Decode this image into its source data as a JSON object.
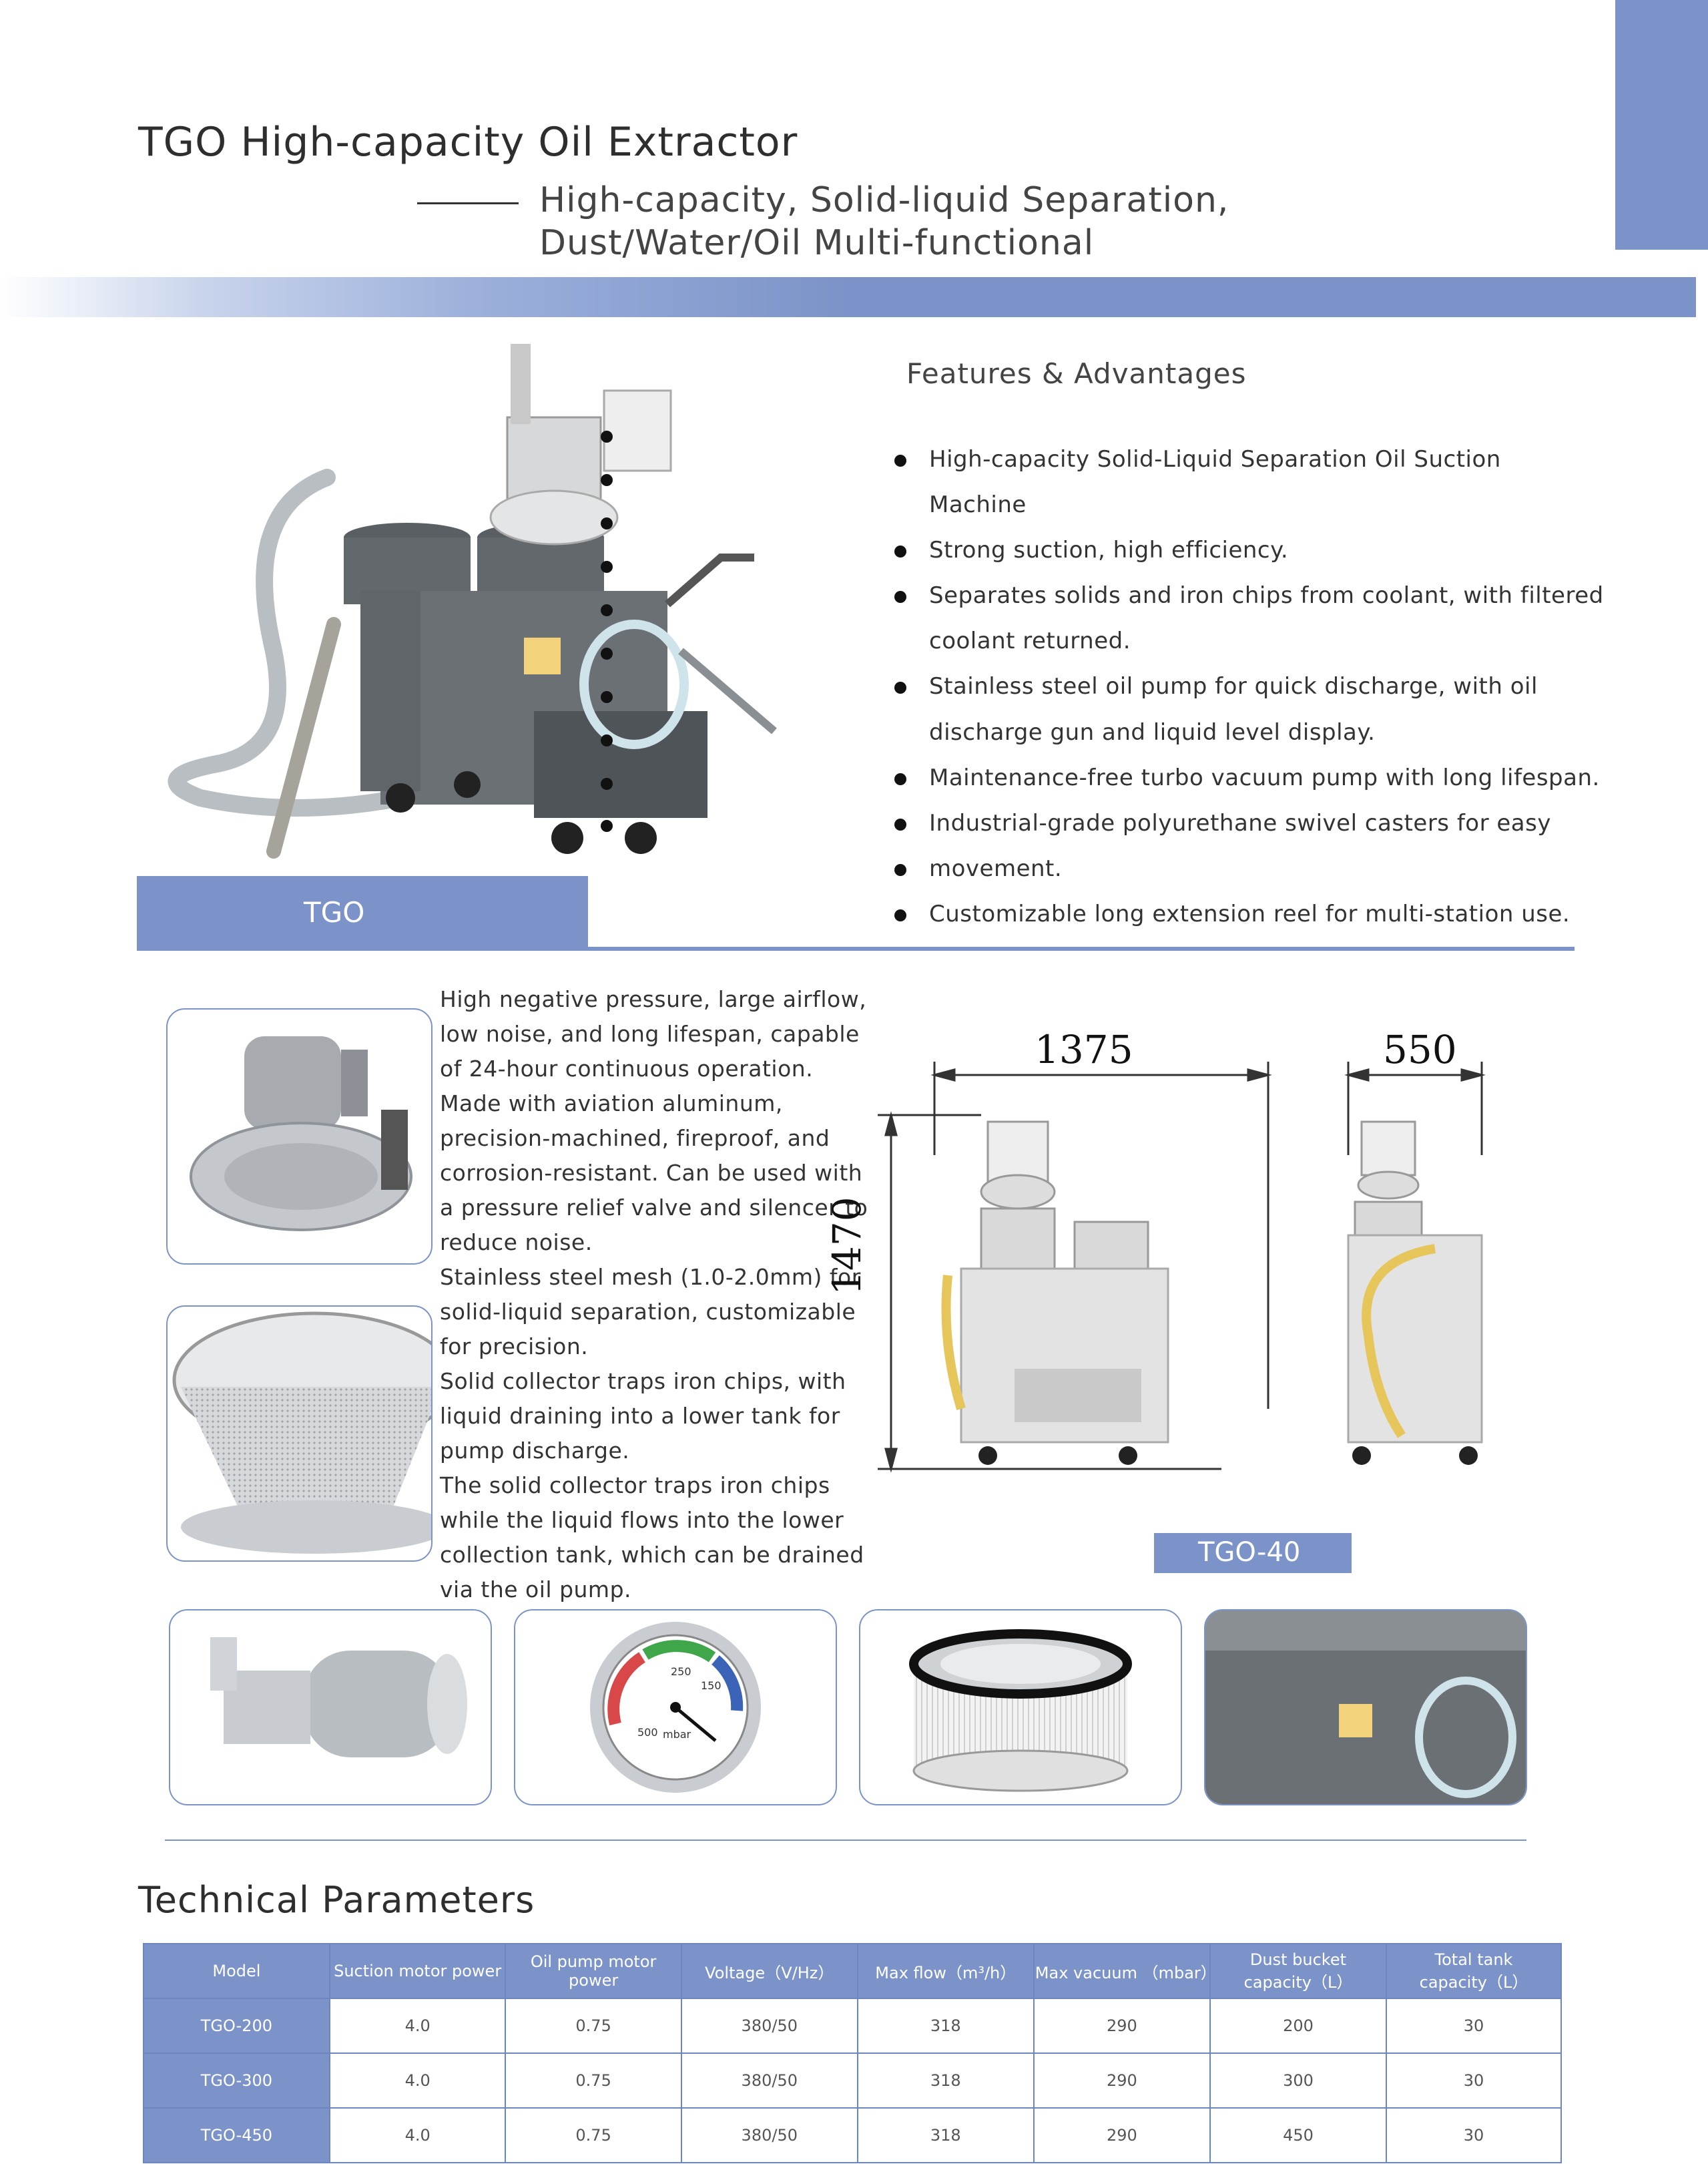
{
  "header": {
    "title": "TGO High-capacity Oil Extractor",
    "subtitle_line1": "High-capacity, Solid-liquid Separation,",
    "subtitle_line2": "Dust/Water/Oil Multi-functional"
  },
  "product": {
    "label": "TGO"
  },
  "features": {
    "title": "Features & Advantages",
    "lines": [
      "High-capacity Solid-Liquid Separation Oil Suction",
      "Machine",
      "Strong suction, high efficiency.",
      "Separates solids and iron chips from coolant, with filtered",
      "coolant returned.",
      "Stainless steel oil pump for quick discharge, with oil",
      "discharge gun and liquid level display.",
      "Maintenance-free turbo vacuum pump with long lifespan.",
      "Industrial-grade polyurethane swivel casters for easy",
      "movement.",
      "Customizable long extension reel for multi-station use."
    ]
  },
  "description": {
    "lines": [
      "High negative pressure, large airflow,",
      "low noise, and long lifespan, capable",
      "of 24-hour continuous operation.",
      "Made with aviation aluminum,",
      "precision-machined, fireproof, and",
      "corrosion-resistant. Can be used with",
      "a pressure relief valve and silencer to",
      "reduce noise.",
      "Stainless steel mesh (1.0-2.0mm) for",
      "solid-liquid separation, customizable",
      "for precision.",
      "Solid collector traps iron chips, with",
      "liquid draining into a lower tank for",
      "pump discharge.",
      "The solid collector traps iron chips",
      "while the liquid flows into the lower",
      "collection tank, which can be drained",
      "via the oil pump."
    ]
  },
  "dimensions": {
    "width": "1375",
    "depth": "550",
    "height": "1470",
    "model_label": "TGO-40"
  },
  "gauge": {
    "scale_250": "250",
    "scale_150": "150",
    "scale_500": "500",
    "unit": "mbar"
  },
  "tech": {
    "title": "Technical Parameters",
    "headers": [
      [
        "Model"
      ],
      [
        "Suction motor power"
      ],
      [
        "Oil pump motor power"
      ],
      [
        "Voltage（V/Hz）"
      ],
      [
        "Max flow（m³/h）"
      ],
      [
        "Max vacuum （mbar）"
      ],
      [
        "Dust bucket",
        "capacity（L）"
      ],
      [
        "Total tank",
        "capacity（L）"
      ]
    ],
    "rows": [
      [
        "TGO-200",
        "4.0",
        "0.75",
        "380/50",
        "318",
        "290",
        "200",
        "30"
      ],
      [
        "TGO-300",
        "4.0",
        "0.75",
        "380/50",
        "318",
        "290",
        "300",
        "30"
      ],
      [
        "TGO-450",
        "4.0",
        "0.75",
        "380/50",
        "318",
        "290",
        "450",
        "30"
      ]
    ]
  },
  "colors": {
    "accent": "#7b93c8",
    "machine_body": "#6b7075",
    "text": "#333333"
  }
}
